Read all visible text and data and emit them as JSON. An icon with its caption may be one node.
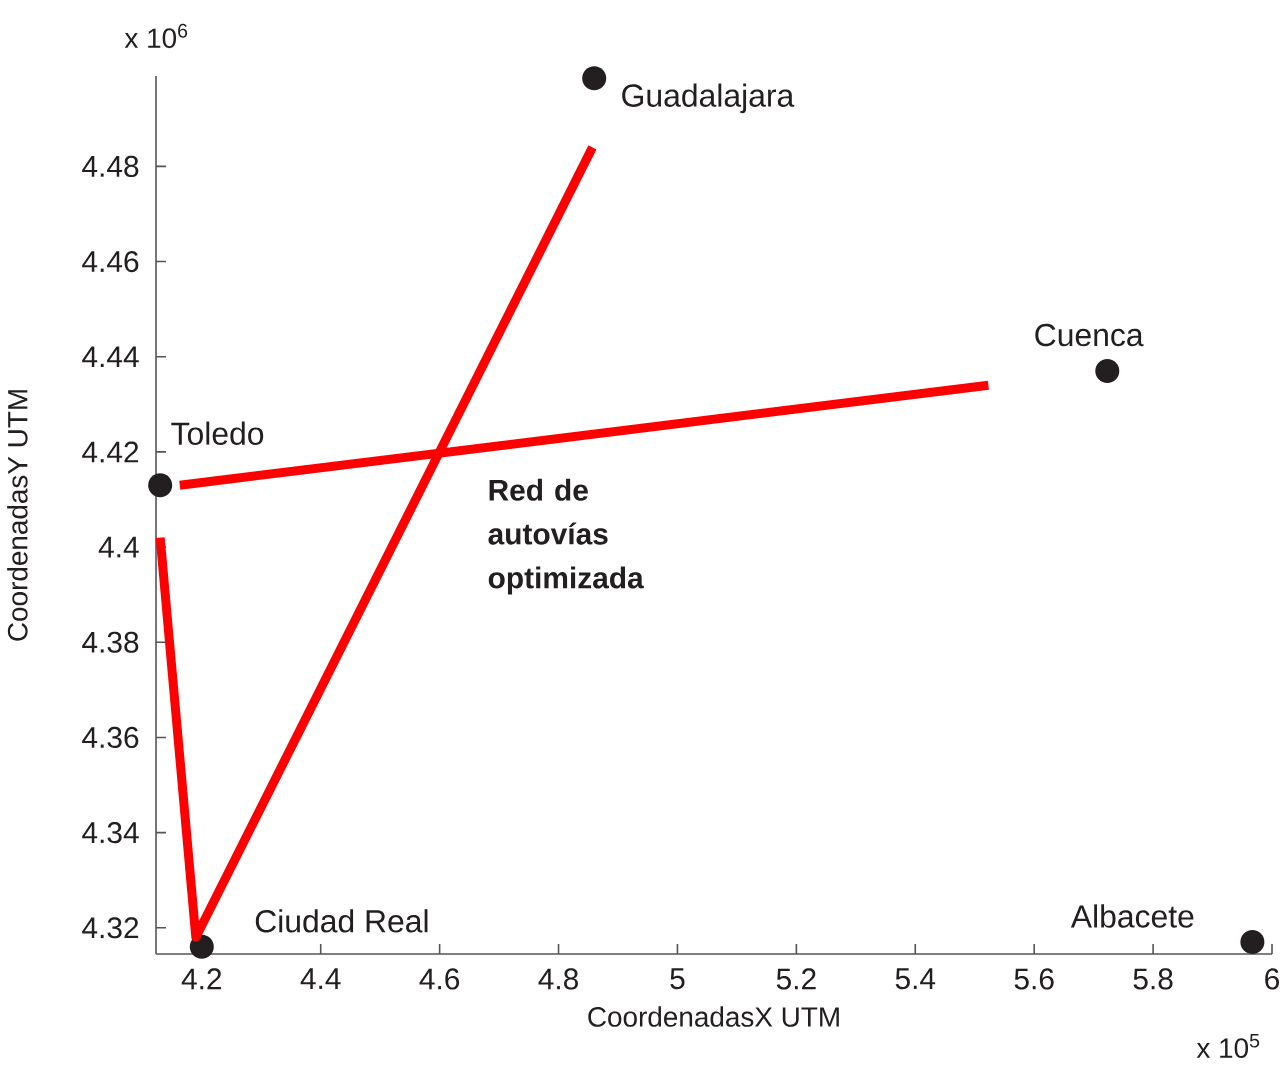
{
  "diagram": {
    "labels": [
      "x 10$^{6}$",
      "x 10$^{5}$"
    ],
    "chart_data": {
      "type": "line",
      "xlabel": "CoordenadasX UTM",
      "ylabel": "CoordenadasY UTM",
      "x": [
        4.13,
        4.163,
        4.19,
        4.2,
        4.857,
        4.86,
        5.523,
        5.723,
        5.967
      ],
      "series": [
        {
          "color": "#231f20",
          "type": "scatter",
          "values": [
            4.413,
            null,
            null,
            4.316,
            null,
            4.4985,
            null,
            4.437,
            4.317
          ]
        },
        {
          "color": "#ff0000",
          "values": [
            4.402,
            null,
            4.318,
            null,
            4.484,
            null,
            null,
            null,
            null
          ]
        },
        {
          "color": "#ff0000",
          "values": [
            null,
            4.413,
            null,
            null,
            null,
            null,
            4.434,
            null,
            null
          ]
        }
      ],
      "xlim": [
        4.123,
        6.0
      ],
      "ylim": [
        4.3145,
        4.499
      ],
      "xticks": [
        4.2,
        4.4,
        4.6,
        4.8,
        5,
        5.2,
        5.4,
        5.6,
        5.8,
        6
      ],
      "yticks": [
        4.32,
        4.34,
        4.36,
        4.38,
        4.4,
        4.42,
        4.44,
        4.46,
        4.48
      ],
      "annotations": [
        {
          "text": "Guadalajara",
          "x": 4.86,
          "y": 4.4985
        },
        {
          "text": "Cuenca",
          "x": 5.723,
          "y": 4.437
        },
        {
          "text": "Toledo",
          "x": 4.13,
          "y": 4.413
        },
        {
          "text": "Ciudad Real",
          "x": 4.2,
          "y": 4.316
        },
        {
          "text": "Albacete",
          "x": 5.967,
          "y": 4.317
        },
        "Red de autovías optimizada"
      ]
    }
  }
}
